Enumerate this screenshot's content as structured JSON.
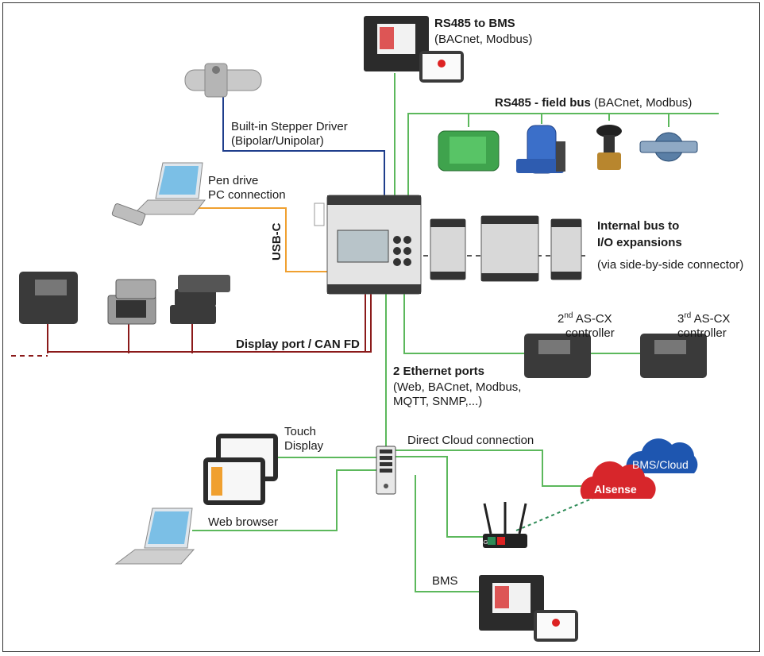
{
  "labels": {
    "rs485_bms_title": "RS485 to BMS",
    "rs485_bms_protocols": "(BACnet, Modbus)",
    "field_bus_title": "RS485 - field bus",
    "field_bus_protocols": " (BACnet, Modbus)",
    "stepper_line1": "Built-in Stepper Driver",
    "stepper_line2": "(Bipolar/Unipolar)",
    "pen_drive": "Pen drive",
    "pc_connection": "PC connection",
    "usb_c": "USB-C",
    "internal_bus_line1": "Internal bus to",
    "internal_bus_line2": "I/O expansions",
    "internal_bus_note": "(via side-by-side connector)",
    "display_port": "Display port / CAN FD",
    "second_ctrl_ordinal": "2",
    "second_ctrl_sup": "nd",
    "second_ctrl_line1": " AS-CX",
    "second_ctrl_line2": "controller",
    "third_ctrl_ordinal": "3",
    "third_ctrl_sup": "rd",
    "third_ctrl_line1": " AS-CX",
    "third_ctrl_line2": "controller",
    "ethernet_title": "2 Ethernet ports",
    "ethernet_line2": "(Web, BACnet, Modbus,",
    "ethernet_line3": "MQTT, SNMP,...)",
    "touch_line1": "Touch",
    "touch_line2": "Display",
    "direct_cloud": "Direct Cloud connection",
    "bms_cloud": "BMS/Cloud",
    "alsense": "Alsense",
    "web_browser": "Web browser",
    "bms": "BMS",
    "router_4g": "4G"
  },
  "colors": {
    "green_line": "#5cb85c",
    "blue_line": "#1f3e8c",
    "orange_line": "#f0a030",
    "red_line": "#8b1a1a",
    "black_dashed": "#222222",
    "cloud_blue": "#1e56b0",
    "cloud_red": "#d7262b",
    "device_dark": "#2b2b2b",
    "device_gray": "#9a9a9a"
  }
}
